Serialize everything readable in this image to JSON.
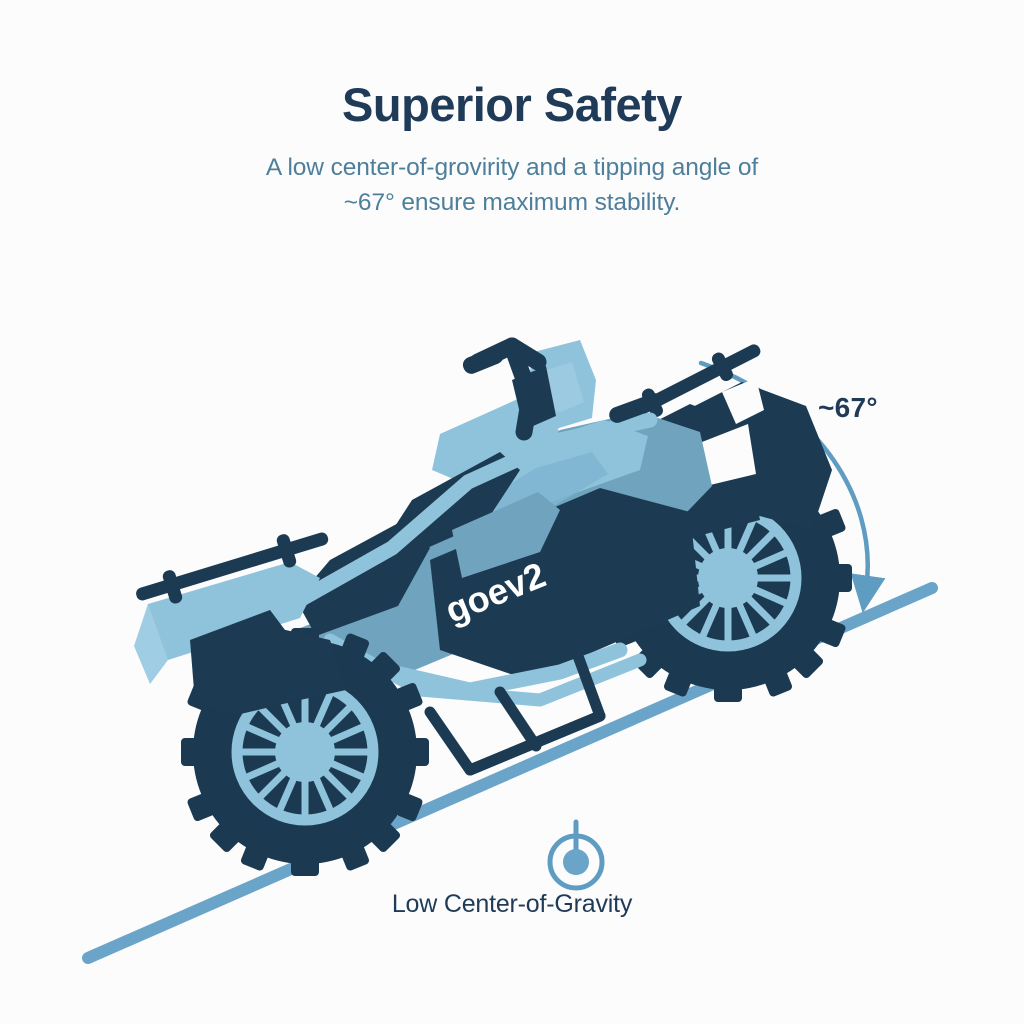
{
  "page": {
    "background_color": "#fcfcfd"
  },
  "header": {
    "title": "Superior Safety",
    "subtitle": "A low center-of-grovirity and a tipping angle of ~67° ensure maximum stability."
  },
  "annotations": {
    "tipping_angle_label": "~67°",
    "cog_caption": "Low Center-of-Gravity"
  },
  "vehicle": {
    "brand_text": "goev2"
  },
  "colors": {
    "title": "#1f3b57",
    "subtitle": "#4e7f9a",
    "slope_line": "#6aa4c8",
    "arc": "#5f9cc1",
    "body_mid": "#6fa3be",
    "body_light": "#8fc3dc",
    "body_dark": "#1c3b53",
    "tire": "#1b3a52",
    "rim": "#8fc3dc",
    "cog_icon": "#5f9cc1",
    "brand_text": "#ffffff"
  },
  "icons": {
    "cog": "center-of-gravity-icon",
    "arrow": "angle-arrow-icon"
  }
}
